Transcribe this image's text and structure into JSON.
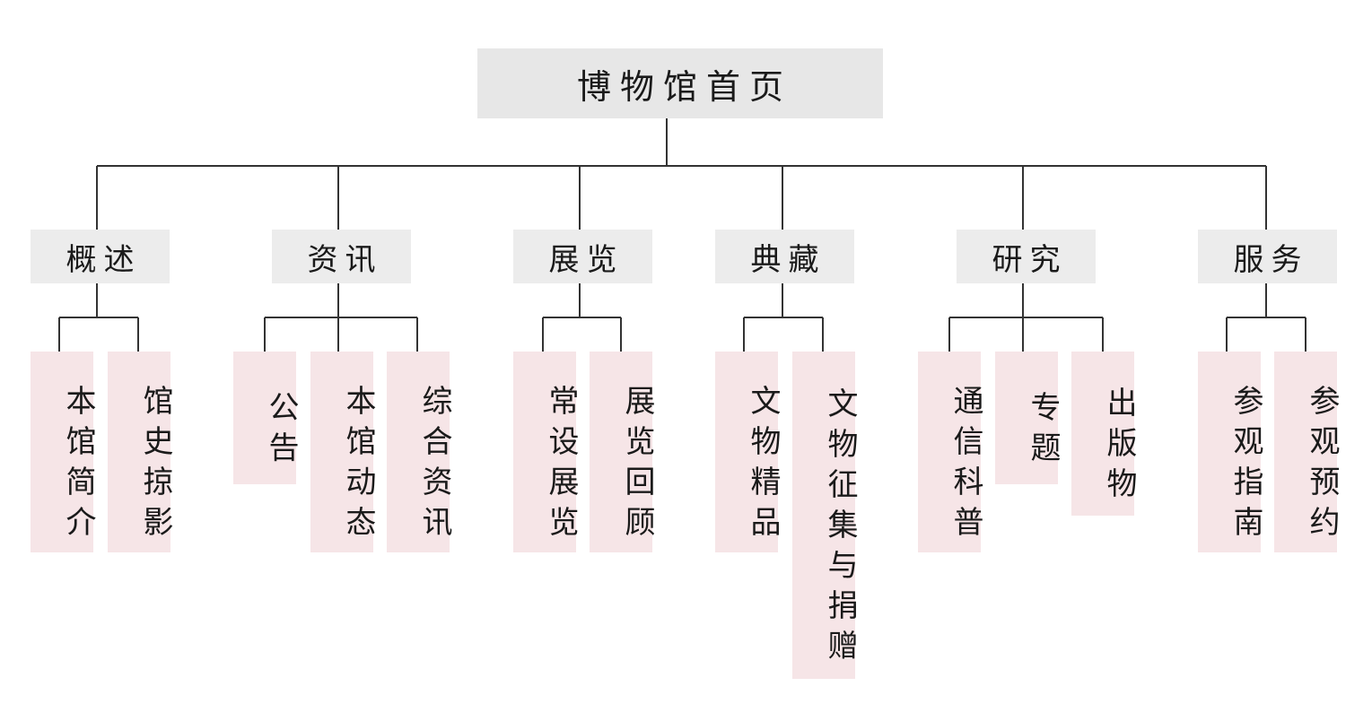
{
  "root": {
    "label": "博物馆首页"
  },
  "categories": [
    {
      "label": "概述",
      "children": [
        "本馆简介",
        "馆史掠影"
      ]
    },
    {
      "label": "资讯",
      "children": [
        "公告",
        "本馆动态",
        "综合资讯"
      ]
    },
    {
      "label": "展览",
      "children": [
        "常设展览",
        "展览回顾"
      ]
    },
    {
      "label": "典藏",
      "children": [
        "文物精品",
        "文物征集与捐赠"
      ]
    },
    {
      "label": "研究",
      "children": [
        "通信科普",
        "专题",
        "出版物"
      ]
    },
    {
      "label": "服务",
      "children": [
        "参观指南",
        "参观预约"
      ]
    }
  ]
}
